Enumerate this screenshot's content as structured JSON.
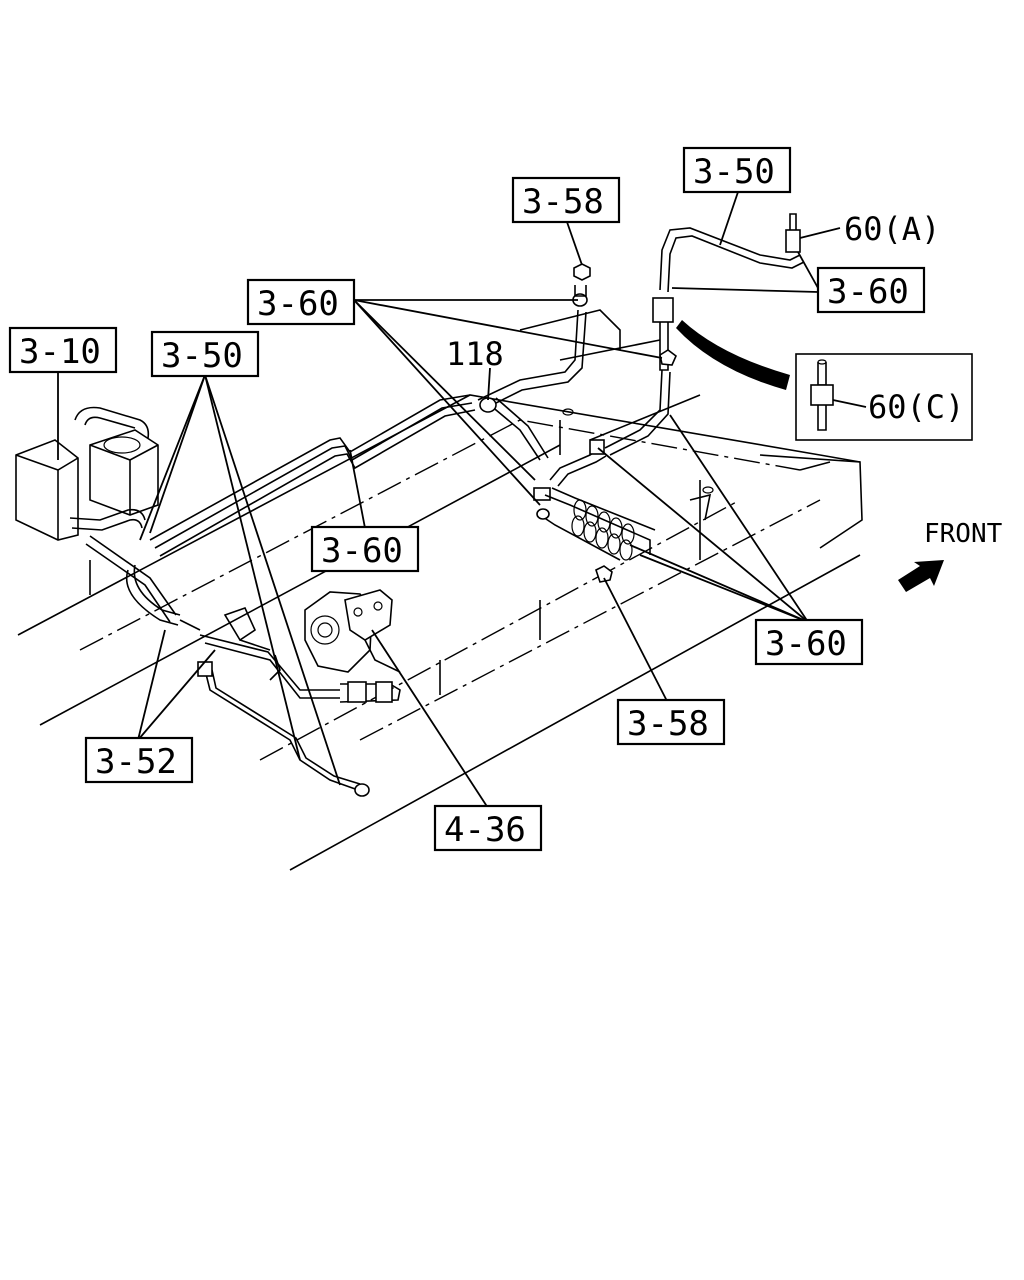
{
  "diagram": {
    "callouts": {
      "c_3_58_top": "3-58",
      "c_3_50_top": "3-50",
      "c_3_60_right_top": "3-60",
      "c_3_60_left": "3-60",
      "c_3_10": "3-10",
      "c_3_50_left": "3-50",
      "c_3_60_mid": "3-60",
      "c_3_60_right": "3-60",
      "c_3_58_bottom": "3-58",
      "c_3_52": "3-52",
      "c_4_36": "4-36"
    },
    "labels": {
      "part_118": "118",
      "part_60a": "60(A)",
      "part_60c": "60(C)",
      "front": "FRONT"
    }
  }
}
